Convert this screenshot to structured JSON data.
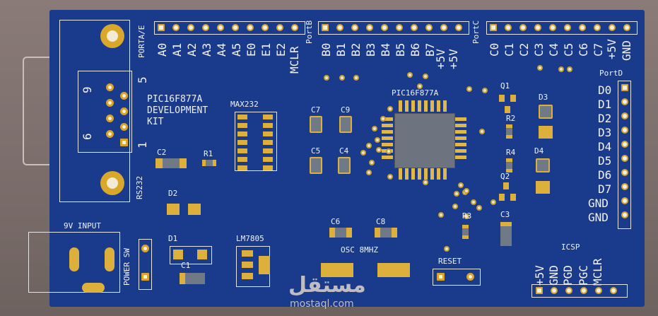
{
  "board": {
    "title_lines": [
      "PIC16F877A",
      "DEVELOPMENT",
      "KIT"
    ],
    "mcu_label": "PIC16F877A",
    "max232_label": "MAX232",
    "regulator_label": "LM7805",
    "osc_label": "OSC 8MHZ",
    "reset_label": "RESET",
    "power_input_label": "9V INPUT",
    "power_switch_label": "POWER SW",
    "rs232_label": "RS232",
    "db9_pin_labels": [
      "9",
      "6",
      "5",
      "1"
    ],
    "icsp_label": "ICSP"
  },
  "ports": {
    "porta": {
      "name": "PORTA/E",
      "pins": [
        "A0",
        "A1",
        "A2",
        "A3",
        "A4",
        "A5",
        "E0",
        "E1",
        "E2",
        "MCLR"
      ]
    },
    "portb": {
      "name": "PortB",
      "pins": [
        "B0",
        "B1",
        "B2",
        "B3",
        "B4",
        "B5",
        "B6",
        "B7",
        "+5V",
        "+5V"
      ]
    },
    "portc": {
      "name": "PortC",
      "pins": [
        "C0",
        "C1",
        "C2",
        "C3",
        "C4",
        "C5",
        "C6",
        "C7",
        "+5V",
        "GND"
      ]
    },
    "portd": {
      "name": "PortD",
      "pins": [
        "D0",
        "D1",
        "D2",
        "D3",
        "D4",
        "D5",
        "D6",
        "D7",
        "GND",
        "GND"
      ]
    },
    "icsp_pins": [
      "+5V",
      "GND",
      "PGD",
      "PGC",
      "MCLR"
    ]
  },
  "components": {
    "c1": "C1",
    "c2": "C2",
    "c3": "C3",
    "c4": "C4",
    "c5": "C5",
    "c6": "C6",
    "c7": "C7",
    "c8": "C8",
    "c9": "C9",
    "r1": "R1",
    "r2": "R2",
    "r3": "R3",
    "r4": "R4",
    "d1": "D1",
    "d2": "D2",
    "d3": "D3",
    "d4": "D4",
    "q1": "Q1",
    "q2": "Q2"
  },
  "watermark": {
    "arabic": "مستقل",
    "latin": "mostaql.com"
  },
  "colors": {
    "pcb": "#1a3a8c",
    "silk": "#f2f2f2",
    "copper": "#d8a42a"
  }
}
